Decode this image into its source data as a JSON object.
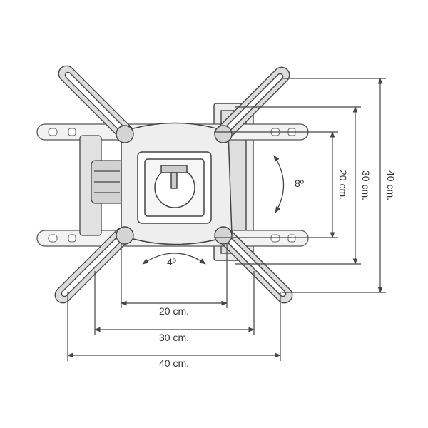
{
  "dimensions": {
    "horizontal": [
      {
        "label": "20 cm."
      },
      {
        "label": "30 cm."
      },
      {
        "label": "40 cm."
      }
    ],
    "vertical": [
      {
        "label": "20 cm."
      },
      {
        "label": "30 cm."
      },
      {
        "label": "40 cm."
      }
    ]
  },
  "tilt": {
    "label": "8º"
  },
  "swivel": {
    "label": "4º"
  },
  "colors": {
    "line": "#444444",
    "fill": "#e4e4e4",
    "accent": "#cfcfcf"
  }
}
